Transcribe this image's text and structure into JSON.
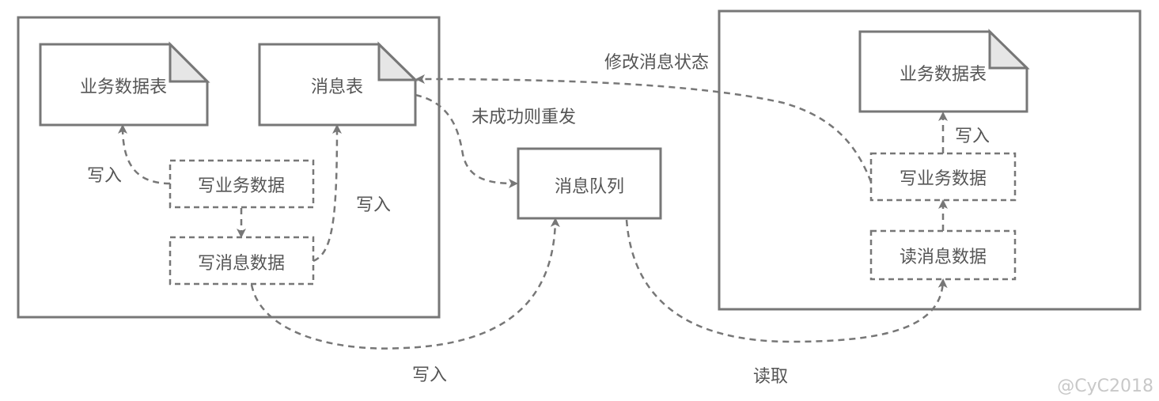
{
  "left_system": {
    "business_table": "业务数据表",
    "message_table": "消息表",
    "write_business_data": "写业务数据",
    "write_message_data": "写消息数据",
    "write_label_business": "写入",
    "write_label_message": "写入"
  },
  "message_queue": {
    "label": "消息队列",
    "write_label": "写入",
    "read_label": "读取",
    "retry_label": "未成功则重发"
  },
  "right_system": {
    "business_table": "业务数据表",
    "write_business_data": "写业务数据",
    "read_message_data": "读消息数据",
    "write_label": "写入",
    "update_status_label": "修改消息状态"
  },
  "watermark": "@CyC2018",
  "colors": {
    "stroke": "#777777",
    "text": "#555555",
    "fold_fill": "#e6e6e6",
    "watermark": "#c8c8c8"
  }
}
